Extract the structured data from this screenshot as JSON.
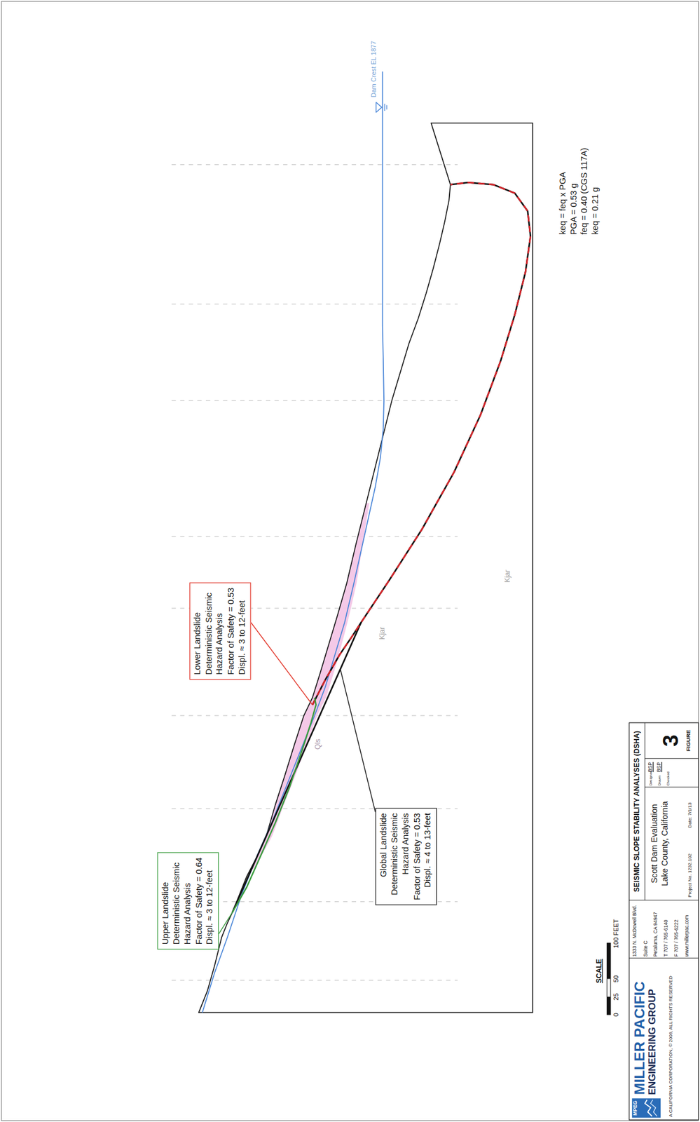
{
  "diagram": {
    "title": "SEISMIC SLOPE STABILITY ANALYSES (DSHA)",
    "nodes": [
      {
        "text": [
          "Upper Landslide",
          "Deterministic Seismic",
          "Hazard Analysis",
          "Factor of Safety = 0.64",
          "Displ. ≈ 3 to 12-feet"
        ]
      },
      {
        "text": [
          "Lower Landslide",
          "Deterministic Seismic",
          "Hazard Analysis",
          "Factor of Safety = 0.53",
          "Displ. ≈ 3 to 12-feet"
        ]
      },
      {
        "text": [
          "Global Landslide",
          "Deterministic Seismic",
          "Hazard Analysis",
          "Factor of Safety = 0.53",
          "Displ. ≈ 4 to 13-feet"
        ]
      },
      {
        "text": [
          "MPEG",
          "MILLER PACIFIC",
          "ENGINEERING GROUP",
          "A CALIFORNIA CORPORATION, © 2006, ALL RIGHTS RESERVED"
        ]
      },
      {
        "text": [
          "1333 N. McDowell Blvd.",
          "Suite C",
          "Petaluma, CA 94947",
          "T 707 / 765-6140",
          "F 707 / 765-6222",
          "www.millerpac.com"
        ]
      },
      {
        "text": [
          "Scott Dam Evaluation",
          "Lake County, California",
          "Project No. 1232.102",
          "Date: 7/1/13"
        ]
      },
      {
        "text": [
          "Designed",
          "BSP",
          "Drawn",
          "BSP",
          "Checked"
        ]
      },
      {
        "text": [
          "3",
          "FIGURE"
        ]
      }
    ],
    "labels": [
      "keq = feq x PGA",
      "PGA = 0.53 g",
      "feq = 0.40 (CGS 117A)",
      "keq = 0.21 g",
      "Dam Crest EL 1877",
      "Kjar",
      "Kjar",
      "Qls",
      "SCALE",
      "0",
      "25",
      "50",
      "100 FEET"
    ]
  }
}
